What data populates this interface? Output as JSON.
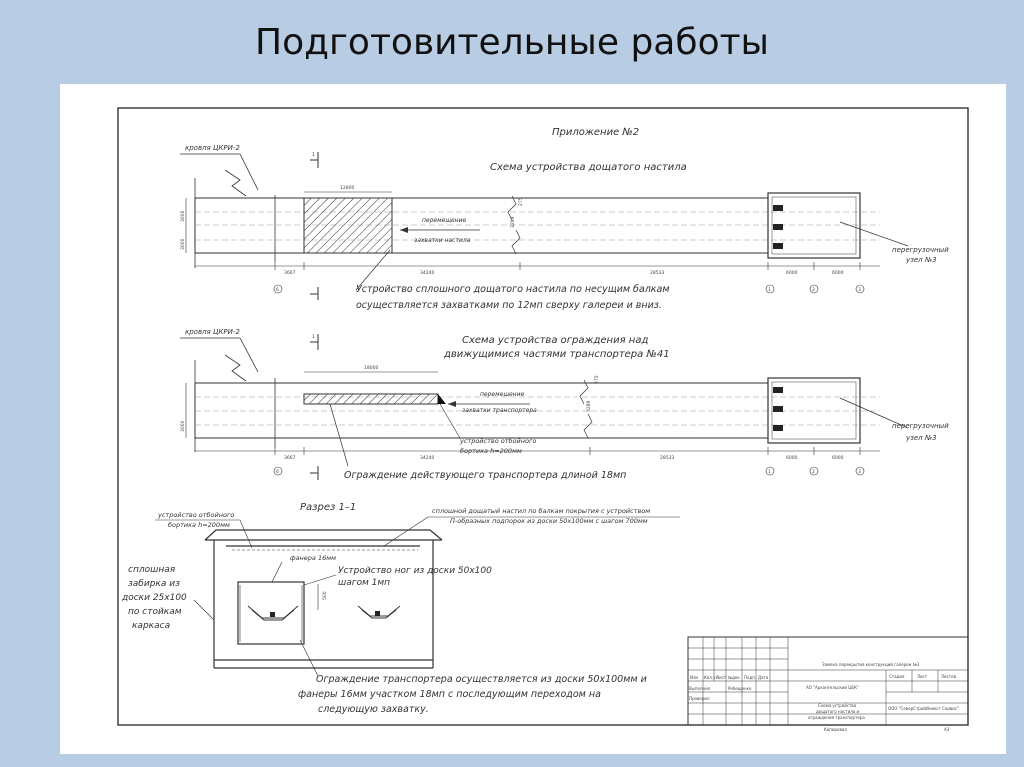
{
  "slide": {
    "title": "Подготовительные работы"
  },
  "drawing": {
    "appendix": "Приложение №2",
    "scheme1": {
      "title": "Схема устройства дощатого настила",
      "roof_label": "кровля ЦКРИ-2",
      "move_label_1": "перемещение",
      "move_label_2": "захватки настила",
      "node_1": "перегрузочный",
      "node_2": "узел №3",
      "note_1": "Устройство сплошного дощатого настила по несущим балкам",
      "note_2": "осуществляется захватками по 12мп сверху галереи и вниз.",
      "dims": {
        "d12800": "12800",
        "d3667": "3667",
        "d34240": "34240",
        "d28533": "28533",
        "d6000a": "6000",
        "d6000b": "6000",
        "h3000": "3000",
        "h3000b": "3000",
        "h3289": "3289",
        "h275": "275"
      },
      "axes": {
        "a6": "6",
        "a1": "1",
        "a2": "2",
        "a3": "3"
      },
      "section_mark": "1"
    },
    "scheme2": {
      "title_1": "Схема устройства ограждения над",
      "title_2": "движущимися частями транспортера №41",
      "roof_label": "кровля ЦКРИ-2",
      "move_label_1": "перемещение",
      "move_label_2": "захватки транспортера",
      "side_1": "устройство отбойного",
      "side_2": "бортика h=200мм",
      "node_1": "перегрузочный",
      "node_2": "узел №3",
      "note": "Ограждение действующего транспортера длиной 18мп",
      "dims": {
        "d18000": "18000",
        "d3667": "3667",
        "d34240": "34240",
        "d28533": "28533",
        "d6000a": "6000",
        "d6000b": "6000",
        "h3000": "3000",
        "h3289": "3289",
        "h275": "275"
      },
      "axes": {
        "a6": "6",
        "a1": "1",
        "a2": "2",
        "a3": "3"
      },
      "section_mark": "1"
    },
    "section": {
      "title": "Разрез 1–1",
      "curb_1": "устройство отбойного",
      "curb_2": "бортика h=200мм",
      "deck_1": "сплошной дощатый настил по балкам покрытия с устройством",
      "deck_2": "П-образных подпорок из доски 50х100мм с шагом 700мм",
      "plywood": "фанера 16мм",
      "legs_1": "Устройство ног из доски 50х100",
      "legs_2": "шагом 1мп",
      "legs_dim": "500",
      "left_1": "сплошная",
      "left_2": "забирка из",
      "left_3": "доски 25х100",
      "left_4": "по стойкам",
      "left_5": "каркаса",
      "fence_1": "Ограждение транспортера осуществляется из доски 50х100мм и",
      "fence_2": "фанеры 16мм участком 18мп с последующим переходом на",
      "fence_3": "следующую захватку."
    },
    "title_block": {
      "header": "Замена перекрытия конструкций галереи №3",
      "cols": [
        "Изм",
        "Кол.уч",
        "Лист",
        "№док",
        "Подп.",
        "Дата"
      ],
      "stage_cols": [
        "Стадия",
        "Лист",
        "Листов"
      ],
      "rows": [
        "Выполнил",
        "Проверил"
      ],
      "name_1": "Ребещенко",
      "company": "АО \"Архангельский ЦБК\"",
      "sheet_desc_1": "Схема устройства",
      "sheet_desc_2": "дощатого настила и",
      "sheet_desc_3": "ограждения транспортера",
      "contractor": "ООО \"СеверСтройИнвест Сервис\"",
      "format": "Копировал",
      "size": "А3"
    }
  },
  "colors": {
    "background": "#b8cce4",
    "sheet": "#ffffff",
    "ink": "#333333"
  }
}
